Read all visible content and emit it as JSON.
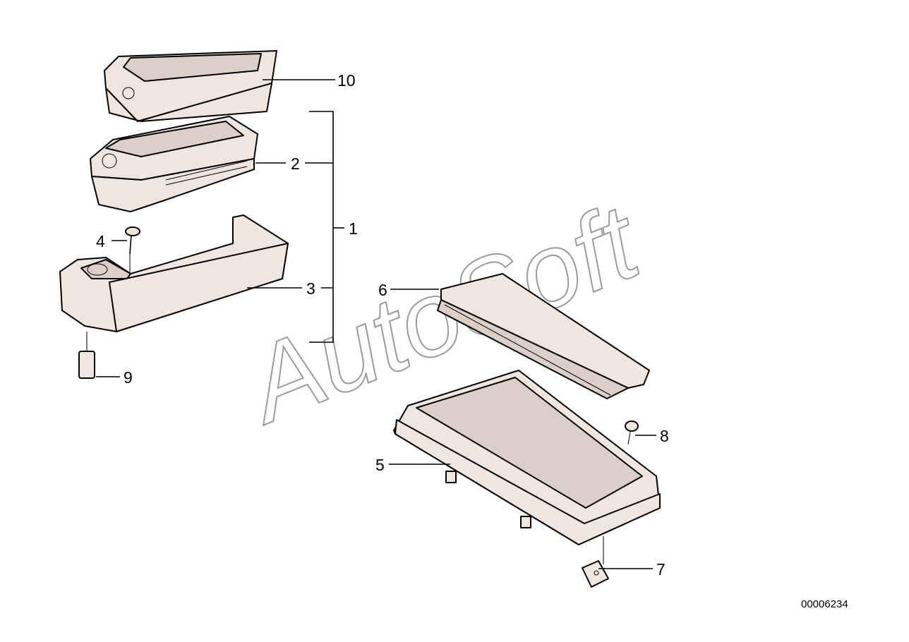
{
  "diagram": {
    "callouts": [
      "1",
      "2",
      "3",
      "4",
      "5",
      "6",
      "7",
      "8",
      "9",
      "10"
    ],
    "watermark": "AutoSoft",
    "figure_id": "00006234"
  }
}
